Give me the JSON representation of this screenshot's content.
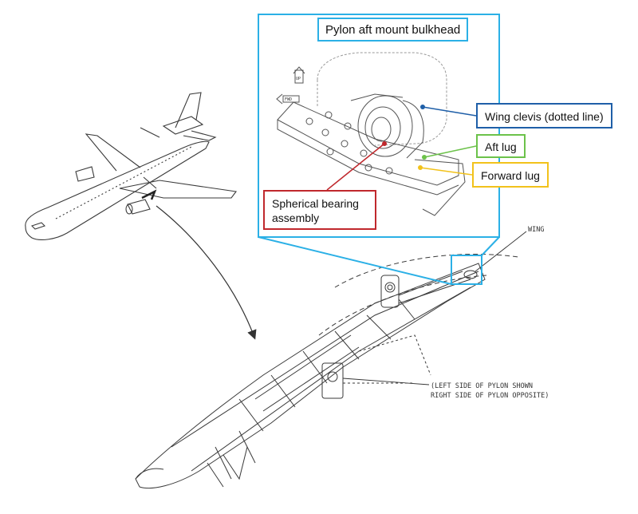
{
  "callouts": {
    "title": "Pylon aft mount bulkhead",
    "wing_clevis": "Wing clevis (dotted line)",
    "aft_lug": "Aft lug",
    "forward_lug": "Forward lug",
    "spherical_bearing": "Spherical bearing assembly"
  },
  "drawing_labels": {
    "wing": "WING",
    "note_line1": "(LEFT SIDE OF PYLON SHOWN",
    "note_line2": "RIGHT SIDE OF PYLON OPPOSITE)",
    "inset_arrow_up": "UP",
    "inset_arrow_fwd": "FWD"
  },
  "colors": {
    "detail_frame": "#2bb0e6",
    "wing_clevis": "#1f5fa8",
    "aft_lug": "#6cc24a",
    "forward_lug": "#f2c21b",
    "spherical_bearing": "#c0282d",
    "line_art": "#3a3a3a"
  }
}
